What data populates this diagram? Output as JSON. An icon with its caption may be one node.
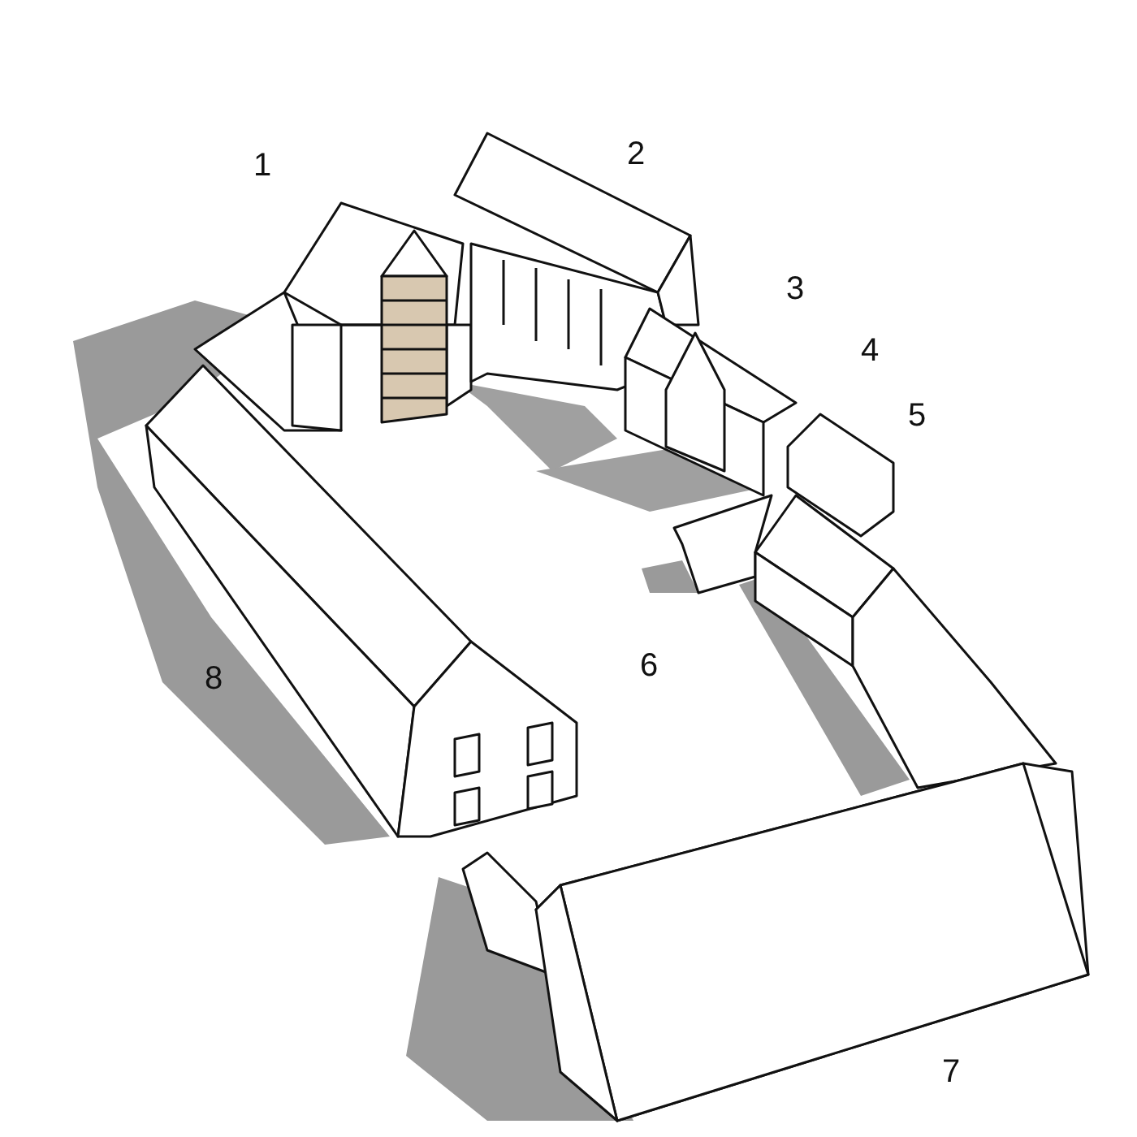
{
  "diagram": {
    "labels": [
      "1",
      "2",
      "3",
      "4",
      "5",
      "6",
      "8",
      "7"
    ]
  }
}
